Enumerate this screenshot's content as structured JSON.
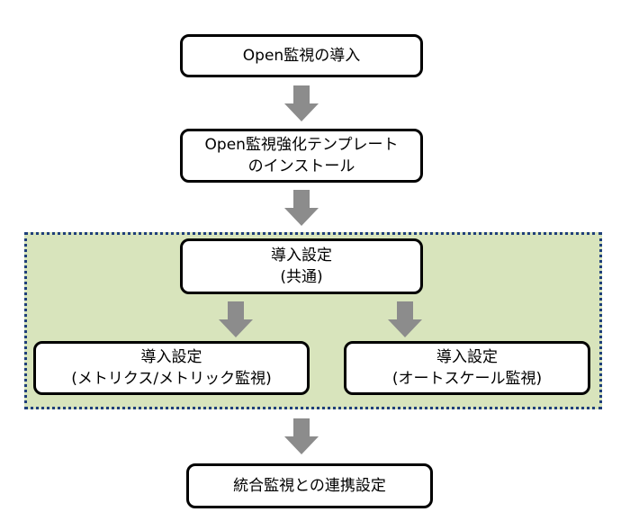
{
  "diagram": {
    "nodes": {
      "intro": {
        "lines": [
          "Open監視の導入"
        ]
      },
      "install": {
        "lines": [
          "Open監視強化テンプレート",
          "のインストール"
        ]
      },
      "common": {
        "lines": [
          "導入設定",
          "(共通)"
        ]
      },
      "metrics": {
        "lines": [
          "導入設定",
          "(メトリクス/メトリック監視)"
        ]
      },
      "autoscale": {
        "lines": [
          "導入設定",
          "(オートスケール監視)"
        ]
      },
      "integration": {
        "lines": [
          "統合監視との連携設定"
        ]
      }
    },
    "colors": {
      "panel_fill": "#d8e4bc",
      "panel_border": "#1f3f7a",
      "arrow": "#8c8c8c",
      "box_border": "#000000"
    }
  }
}
